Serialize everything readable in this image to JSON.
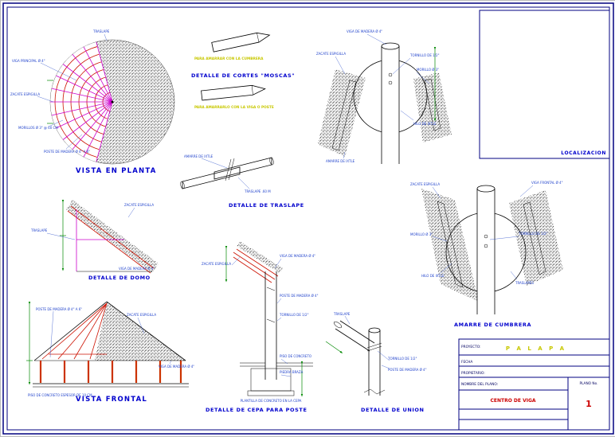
{
  "colors": {
    "frame": "#000080",
    "title_blue": "#0000cd",
    "label_blue": "#2244cc",
    "red": "#cc1100",
    "magenta": "#cc00cc",
    "green": "#008800",
    "yellow": "#c8c800",
    "post_orange": "#cc3300"
  },
  "titles": {
    "vista_en_planta": "VISTA EN PLANTA",
    "detalle_cortes_moscas": "DETALLE DE CORTES \"MOSCAS\"",
    "detalle_traslape": "DETALLE DE TRASLAPE",
    "detalle_domo": "DETALLE DE DOMO",
    "vista_frontal": "VISTA FRONTAL",
    "detalle_cepa": "DETALLE DE CEPA PARA POSTE",
    "detalle_union": "DETALLE DE UNION",
    "amarre_cumbrera": "AMARRE DE CUMBRERA",
    "localizacion": "LOCALIZACION"
  },
  "plan": {
    "labels": {
      "l1": "VIGA PRINCIPAL Ø 4\"",
      "l2": "ZACATE ESPIGILLA",
      "l3": "MORILLOS Ø 3\" @ 60 CM",
      "l4": "POSTE DE MADERA Ø 4\" A 6\"",
      "l5": "TRASLAPE"
    }
  },
  "moscas": {
    "note1": "PARA AMARRAR CON LA CUMBRERA",
    "note2": "PARA AMARRARLO CON LA VIGA O POSTE"
  },
  "traslape": {
    "labels": {
      "l1": "AMARRE DE IXTLE",
      "l2": "TRASLAPE .60 M"
    }
  },
  "domo": {
    "labels": {
      "l1": "ZACATE ESPIGILLA",
      "l2": "TRASLAPE",
      "l3": "VIGA DE MADERA Ø 4\""
    }
  },
  "top_right": {
    "labels": {
      "l1": "ZACATE ESPIGILLA",
      "l2": "VIGA DE MADERA Ø 4\"",
      "l3": "TORNILLO DE 1/2\"",
      "l4": "MORILLO Ø 3\"",
      "l5": "HILO DE IXTLE",
      "l6": "AMARRE DE IXTLE"
    }
  },
  "cumbrera": {
    "labels": {
      "l1": "ZACATE ESPIGILLA",
      "l2": "VIGA FRONTAL Ø 4\"",
      "l3": "MORILLO Ø 3\"",
      "l4": "HILO DE IXTLE",
      "l5": "TRASLAPES",
      "l6": "TORNILLO DE 1/2\""
    }
  },
  "frontal": {
    "labels": {
      "l1": "POSTE DE MADERA Ø 4\" A 6\"",
      "l2": "ZACATE ESPIGILLA",
      "l3": "VIGA DE MADERA Ø 4\"",
      "l4": "PISO DE CONCRETO ESPESOR DE 10 CM"
    }
  },
  "cepa": {
    "labels": {
      "l1": "VIGA DE MADERA Ø 4\"",
      "l2": "ZACATE ESPIGILLA",
      "l3": "POSTE DE MADERA Ø 4\"",
      "l4": "TORNILLO DE 1/2\"",
      "l5": "PISO DE CONCRETO",
      "l6": "PIEDRA BRAZA",
      "l7": "PLANTILLA DE CONCRETO EN LA CEPA"
    }
  },
  "union": {
    "labels": {
      "l1": "TRASLAPE",
      "l2": "TORNILLO DE 1/2\"",
      "l3": "POSTE DE MADERA Ø 4\""
    }
  },
  "titleblock": {
    "proyecto_label": "PROYECTO:",
    "proyecto_value": "P A L A P A",
    "fecha_label": "FECHA",
    "propietario_label": "PROPIETARIO:",
    "nombre_label": "NOMBRE DEL PLANO:",
    "nombre_value": "CENTRO DE VIGA",
    "plano_label": "PLANO No.",
    "plano_value": "1"
  }
}
